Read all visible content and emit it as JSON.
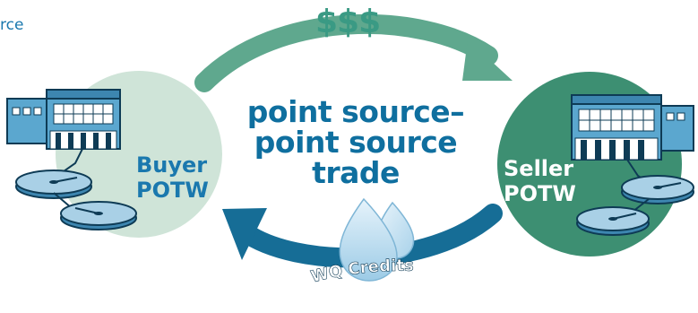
{
  "diagram": {
    "top_label": "rce",
    "money_label": "$$$",
    "center_title": {
      "line1": "point source–",
      "line2": "point source",
      "line3": "trade"
    },
    "buyer": {
      "line1": "Buyer",
      "line2": "POTW"
    },
    "seller": {
      "line1": "Seller",
      "line2": "POTW"
    },
    "credits_label": "WQ Credits"
  },
  "colors": {
    "buyer_circle": "#cfe4d8",
    "seller_circle": "#3d8f72",
    "money_arrow": "#5fa88e",
    "credit_arrow": "#166d96",
    "title_text": "#0f6f9f",
    "building": "#5ba7cf",
    "droplet": "#b9d9ec"
  },
  "icons": [
    "building-icon",
    "treatment-tank-icon",
    "water-droplet-icon",
    "arrow-icon"
  ]
}
